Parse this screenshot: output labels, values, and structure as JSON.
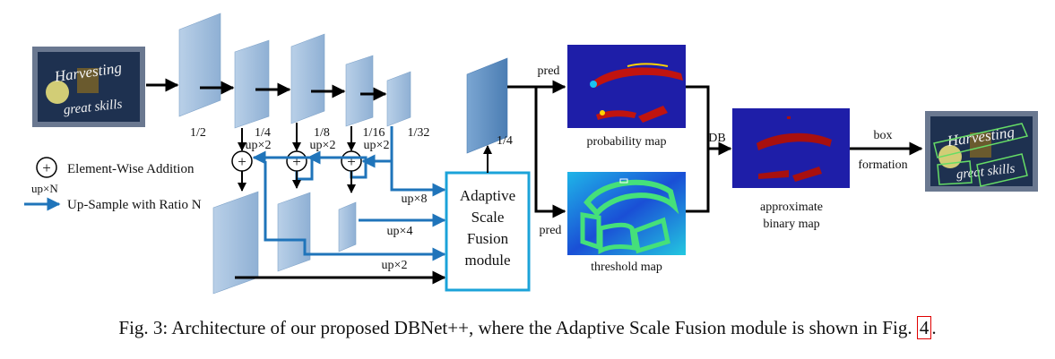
{
  "diagram": {
    "scale_labels": [
      "1/2",
      "1/4",
      "1/8",
      "1/16",
      "1/32"
    ],
    "upsample_2x_label": "up×2",
    "up8_label": "up×8",
    "up4_label": "up×4",
    "up2_bottom_label": "up×2",
    "fused_scale_label": "1/4",
    "asf_module_lines": [
      "Adaptive",
      "Scale",
      "Fusion",
      "module"
    ],
    "pred_label": "pred",
    "probability_map_label": "probability map",
    "threshold_map_label": "threshold map",
    "db_label": "DB",
    "approx_binary_lines": [
      "approximate",
      "binary map"
    ],
    "box_formation_lines": [
      "box",
      "formation"
    ],
    "legend": {
      "plus_symbol": "+",
      "element_wise_label": "Element-Wise Addition",
      "upn_label": "up×N",
      "upsample_label": "Up-Sample with Ratio N"
    },
    "input_image_text": [
      "Harvesting",
      "great skills"
    ],
    "colors": {
      "block": "#9dbbdb",
      "fused_block": "#5e8dbf",
      "upsample_arrow": "#1f74ba",
      "asf_border": "#1ba3d9",
      "map_background": "#1e1ea8",
      "detection_box": "#66dd66"
    }
  },
  "caption": {
    "text": "Fig. 3: Architecture of our proposed DBNet++, where the Adaptive Scale Fusion module is shown in Fig. ",
    "ref": "4",
    "end": "."
  }
}
